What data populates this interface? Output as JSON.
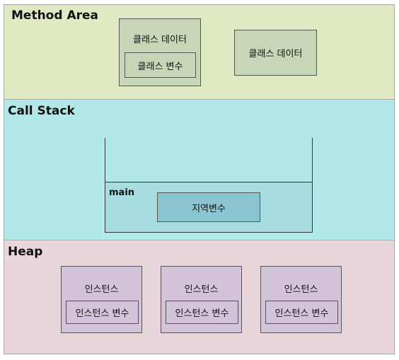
{
  "method_area": {
    "title": "Method Area",
    "class_data_label": "클래스 데이터",
    "class_variable_label": "클래스 변수",
    "class_data_second_label": "클래스 데이터"
  },
  "call_stack": {
    "title": "Call Stack",
    "frame_label": "main",
    "local_variable_label": "지역변수"
  },
  "heap": {
    "title": "Heap",
    "instances": [
      {
        "label": "인스턴스",
        "variable_label": "인스턴스 변수"
      },
      {
        "label": "인스턴스",
        "variable_label": "인스턴스 변수"
      },
      {
        "label": "인스턴스",
        "variable_label": "인스턴스 변수"
      }
    ]
  },
  "colors": {
    "method_area_bg": "#dfe9c4",
    "call_stack_bg": "#b3e8e8",
    "heap_bg": "#e9d6da",
    "class_box_bg": "#c6d6b6",
    "main_frame_bg": "#a7dde0",
    "local_var_bg": "#8cc5d2",
    "instance_bg": "#d4c4da"
  }
}
